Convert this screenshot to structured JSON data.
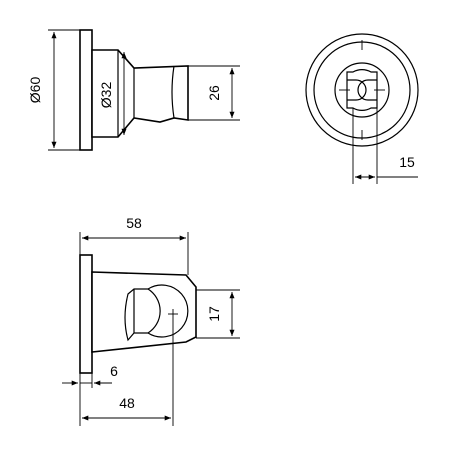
{
  "dimensions": {
    "side_plate_diameter": "Ø60",
    "side_body_diameter": "Ø32",
    "side_height": "26",
    "front_width": "15",
    "top_overall_length": "58",
    "top_holder_height": "17",
    "top_plate_thickness": "6",
    "top_axis_distance": "48"
  },
  "colors": {
    "line": "#000000",
    "background": "#ffffff"
  }
}
